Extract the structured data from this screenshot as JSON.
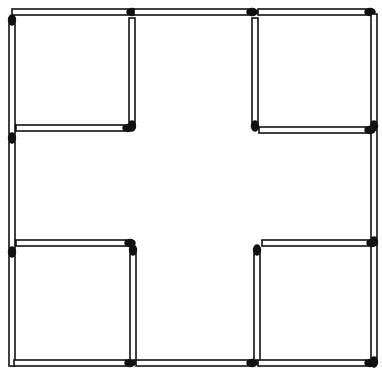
{
  "figure": {
    "description_visible_text": "",
    "style": {
      "stick_outline_color": "#111111",
      "stick_fill_color": "#ffffff",
      "head_color": "#111111",
      "background_color": "#ffffff"
    },
    "sticks": [
      {
        "id": "top-left-horizontal",
        "head": "end"
      },
      {
        "id": "top-middle-horizontal",
        "head": "end"
      },
      {
        "id": "top-right-horizontal",
        "head": "end"
      },
      {
        "id": "left-top-vertical",
        "head": "start"
      },
      {
        "id": "left-middle-vertical",
        "head": "start"
      },
      {
        "id": "left-bottom-vertical",
        "head": "start"
      },
      {
        "id": "right-top-vertical",
        "head": "end"
      },
      {
        "id": "right-middle-vertical",
        "head": "end"
      },
      {
        "id": "right-bottom-vertical",
        "head": "end"
      },
      {
        "id": "bottom-left-horizontal",
        "head": "end"
      },
      {
        "id": "bottom-middle-horizontal",
        "head": "end"
      },
      {
        "id": "bottom-right-horizontal",
        "head": "end"
      },
      {
        "id": "inner-top-left-vertical",
        "head": "end"
      },
      {
        "id": "inner-top-left-horizontal",
        "head": "end"
      },
      {
        "id": "inner-top-right-vertical",
        "head": "end"
      },
      {
        "id": "inner-top-right-horizontal",
        "head": "end"
      },
      {
        "id": "inner-bottom-left-horizontal",
        "head": "end"
      },
      {
        "id": "inner-bottom-left-vertical",
        "head": "start"
      },
      {
        "id": "inner-bottom-right-horizontal",
        "head": "end"
      },
      {
        "id": "inner-bottom-right-vertical",
        "head": "start"
      }
    ]
  }
}
